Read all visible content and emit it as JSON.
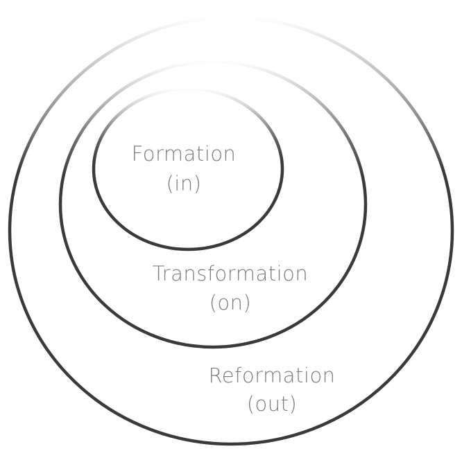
{
  "diagram": {
    "rings": [
      {
        "name": "formation",
        "title": "Formation",
        "subtitle": "(in)"
      },
      {
        "name": "transformation",
        "title": "Transformation",
        "subtitle": "(on)"
      },
      {
        "name": "reformation",
        "title": "Reformation",
        "subtitle": "(out)"
      }
    ],
    "colors": {
      "ring_stroke": "#3a3a3a",
      "ring_fade": "#ffffff",
      "label": "#7c7c7c",
      "background": "#ffffff"
    }
  }
}
